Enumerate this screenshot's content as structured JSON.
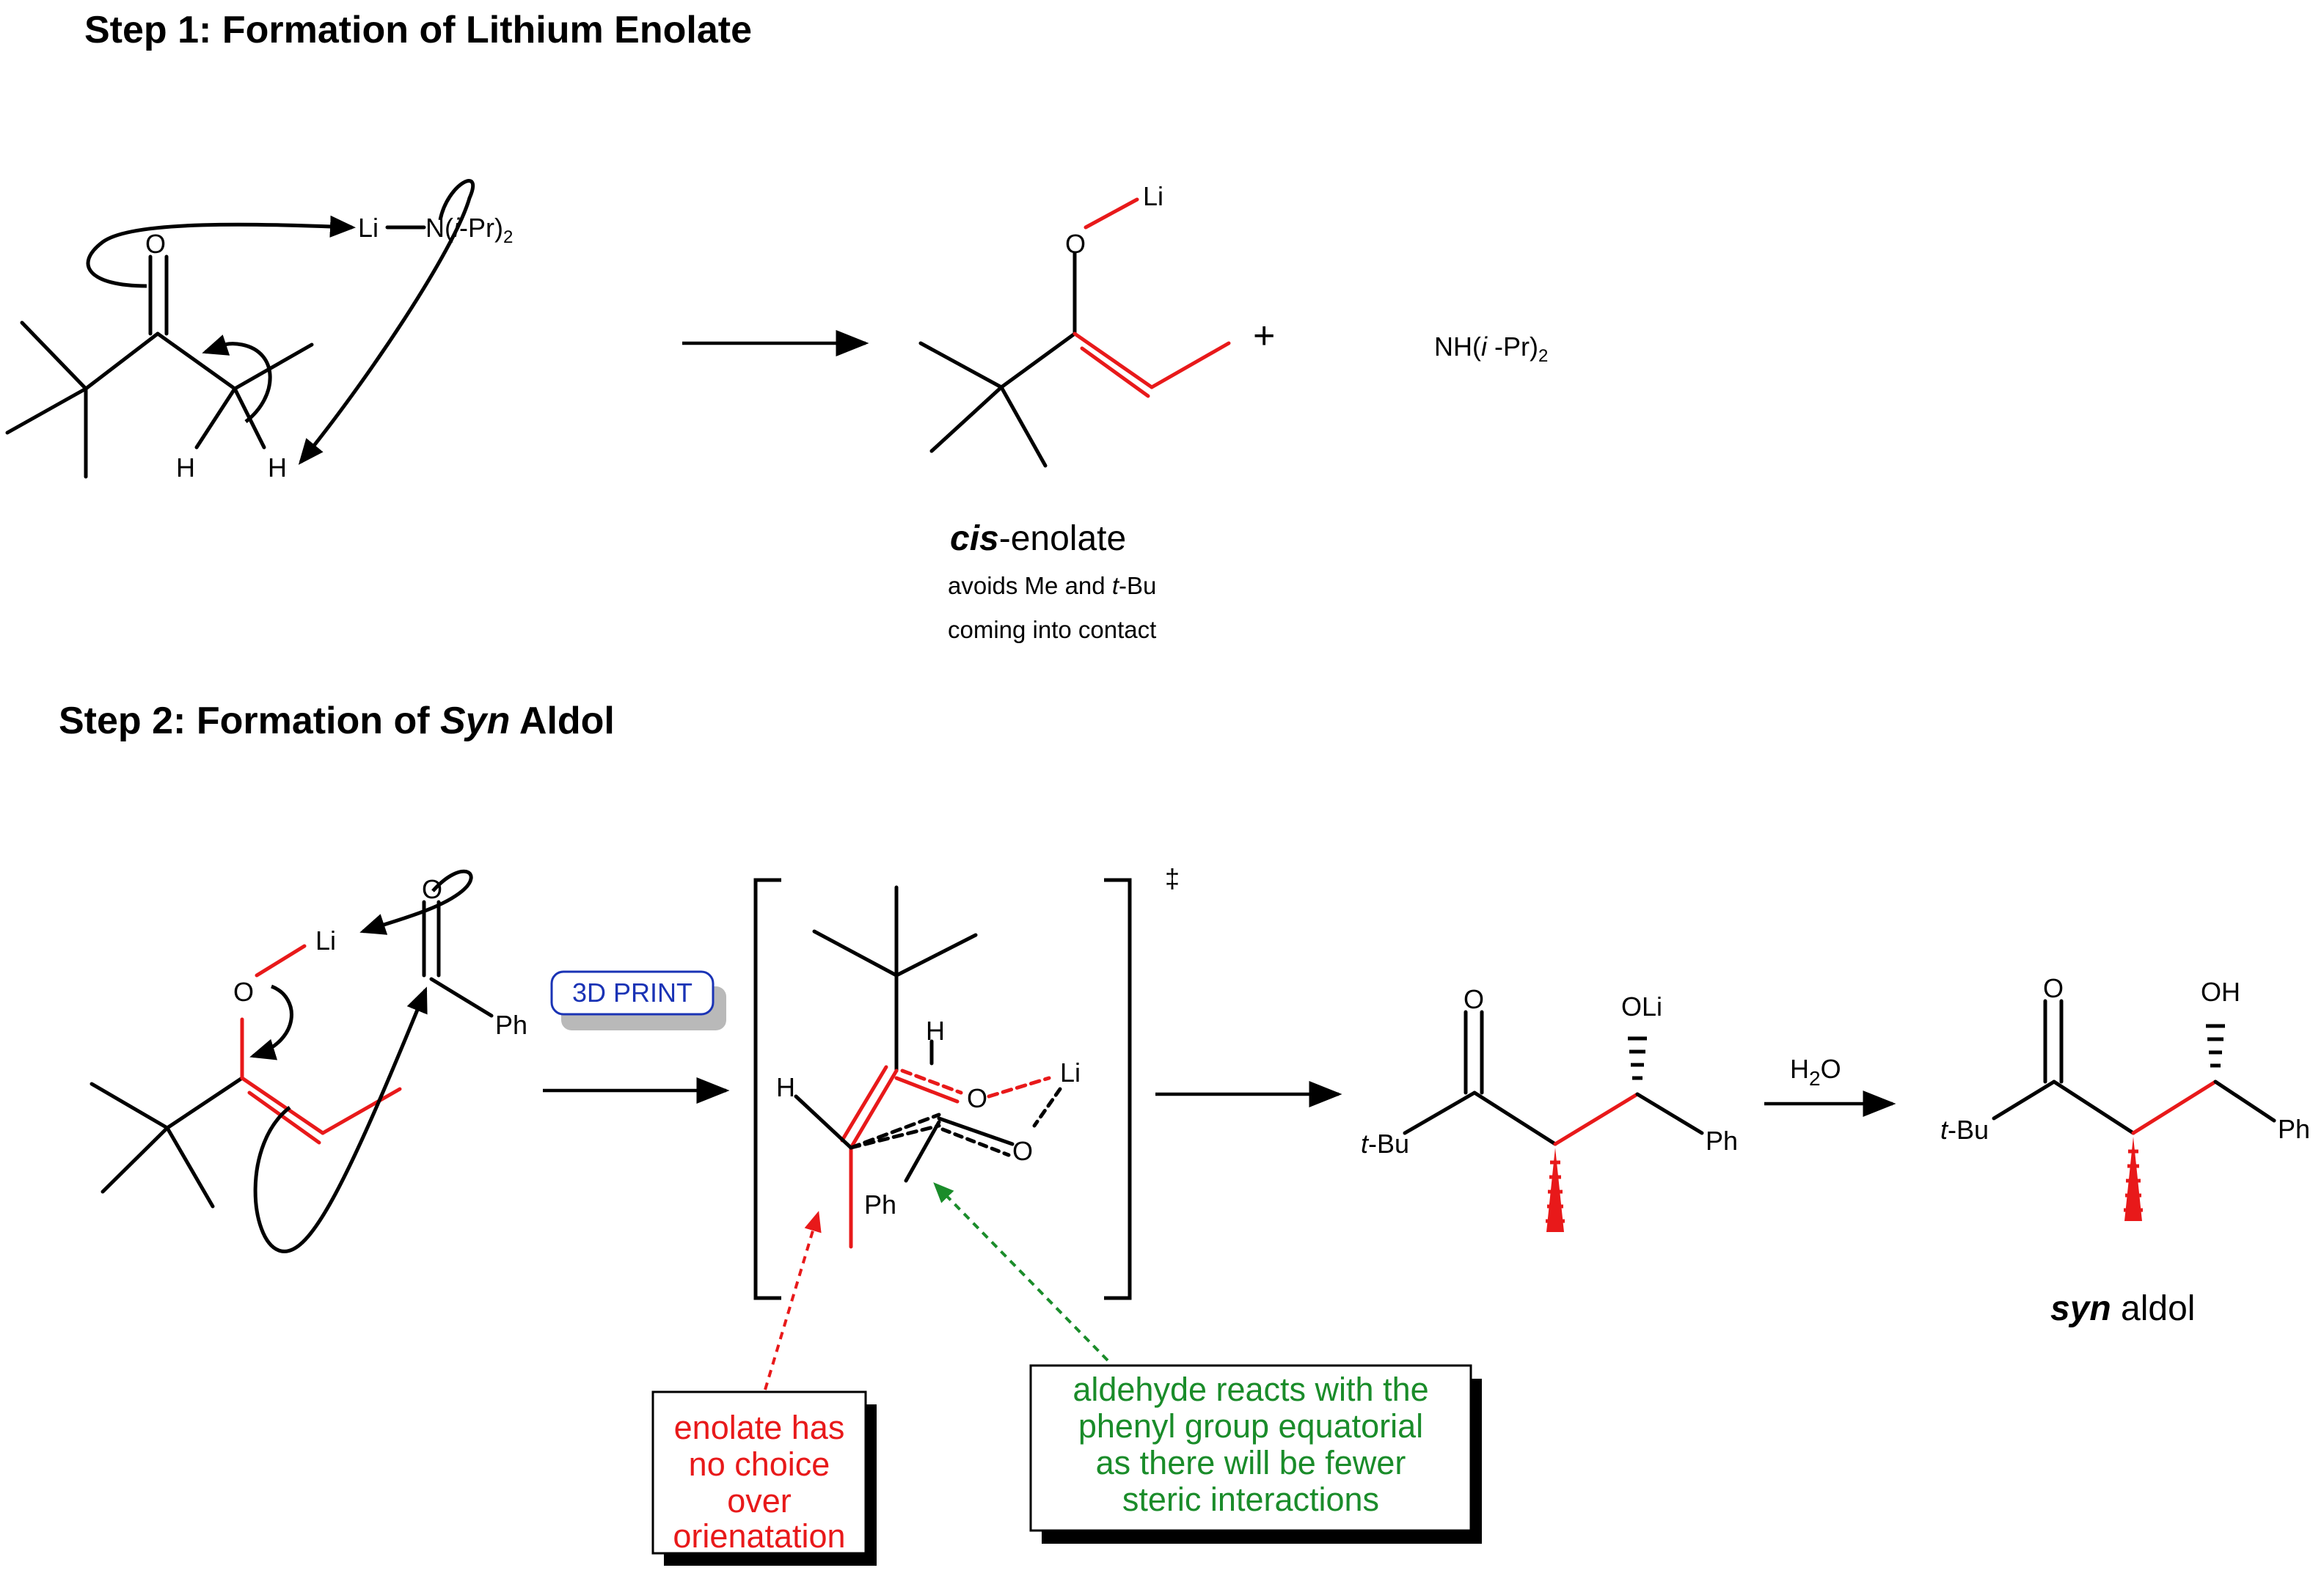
{
  "step1": {
    "title": "Step 1: Formation of Lithium Enolate",
    "reagent_li": "Li",
    "reagent_n": "N(",
    "reagent_ipr": "i",
    "reagent_pr": "-Pr)",
    "reagent_sub": "2",
    "atom_o": "O",
    "atom_h1": "H",
    "atom_h2": "H",
    "enolate_o": "O",
    "enolate_li": "Li",
    "plus": "+",
    "byproduct_nh": "NH(",
    "byproduct_i": "i",
    "byproduct_pr": " -Pr)",
    "byproduct_sub": "2",
    "enolate_label_bold": "cis",
    "enolate_label_rest": "-enolate",
    "note_line1_a": "avoids Me and ",
    "note_line1_t": "t",
    "note_line1_b": "-Bu",
    "note_line2": "coming into contact"
  },
  "step2": {
    "title_a": "Step 2: Formation of ",
    "title_syn": "Syn",
    "title_b": " Aldol",
    "enolate_o": "O",
    "enolate_li": "Li",
    "aldehyde_o": "O",
    "aldehyde_ph": "Ph",
    "print_button": "3D PRINT",
    "ts_h_top": "H",
    "ts_h_left": "H",
    "ts_o1": "O",
    "ts_o2": "O",
    "ts_li": "Li",
    "ts_ph": "Ph",
    "double_dagger": "‡",
    "int_o": "O",
    "int_oli": "OLi",
    "int_tbu_t": "t",
    "int_tbu_rest": "-Bu",
    "int_ph": "Ph",
    "water_h": "H",
    "water_sub": "2",
    "water_o": "O",
    "prod_o": "O",
    "prod_oh": "OH",
    "prod_tbu_t": "t",
    "prod_tbu_rest": "-Bu",
    "prod_ph": "Ph",
    "syn_bold": "syn",
    "syn_rest": " aldol",
    "red_box": [
      "enolate has",
      "no choice",
      "over",
      "orienatation"
    ],
    "green_box": [
      "aldehyde reacts with the",
      "phenyl group equatorial",
      "as there will be fewer",
      "steric interactions"
    ]
  },
  "colors": {
    "black": "#000000",
    "red": "#e8191a",
    "green": "#1a8c2a",
    "button_blue": "#1a33b5",
    "button_shadow": "#b9b9b9"
  }
}
